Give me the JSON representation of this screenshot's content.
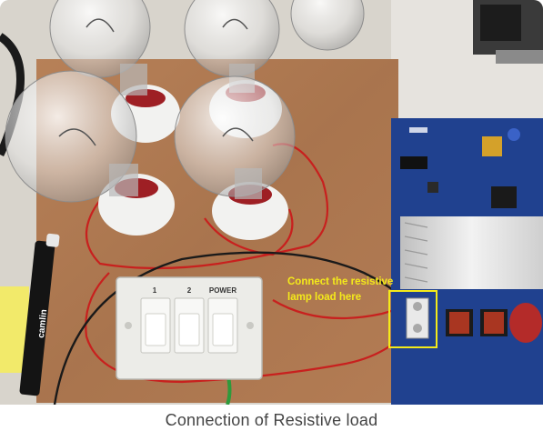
{
  "photo": {
    "annotation_line1": "Connect the resistive",
    "annotation_line2": "lamp load here",
    "annotation_color": "#f4ea1a",
    "switch_labels": [
      "1",
      "2",
      "POWER"
    ],
    "marker_brand": "camlin"
  },
  "caption": "Connection of Resistive load"
}
